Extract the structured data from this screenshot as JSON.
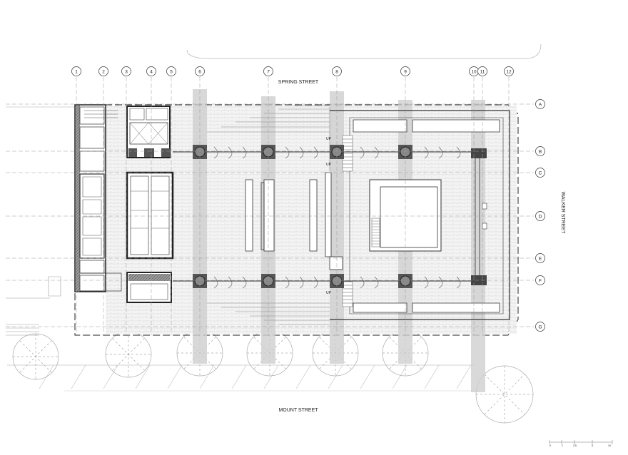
{
  "streets": {
    "north": "SPRING STREET",
    "south": "MOUNT STREET",
    "east": "WALKER STREET"
  },
  "grid_columns": [
    "1",
    "2",
    "3",
    "4",
    "5",
    "6",
    "7",
    "8",
    "9",
    "10",
    "11",
    "12"
  ],
  "grid_rows": [
    "A",
    "B",
    "C",
    "D",
    "E",
    "F",
    "G"
  ],
  "stair_labels": [
    "UP",
    "UP",
    "UP"
  ],
  "scale_bar": [
    "0",
    "1",
    "2.5",
    "5",
    "10"
  ]
}
